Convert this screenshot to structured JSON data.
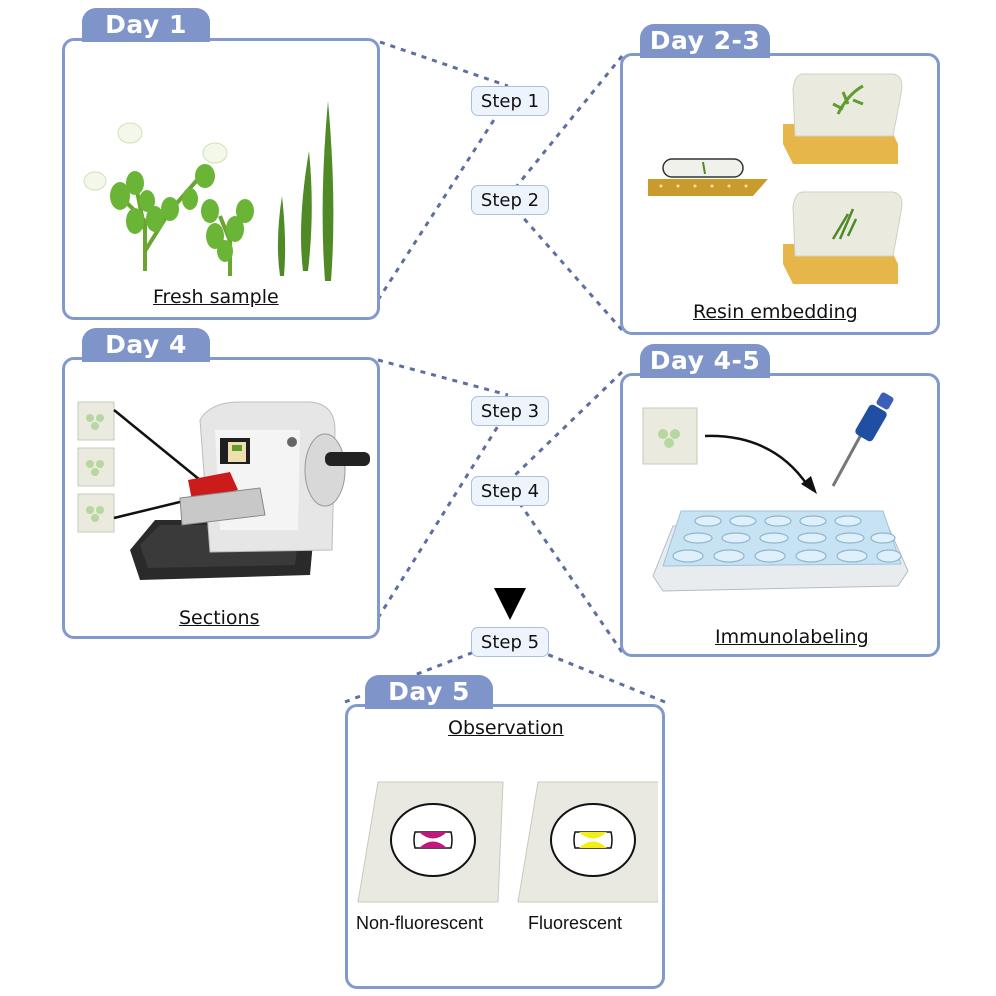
{
  "days": {
    "day1": "Day 1",
    "day23": "Day 2-3",
    "day4": "Day 4",
    "day45": "Day 4-5",
    "day5": "Day 5"
  },
  "labels": {
    "fresh_sample": "Fresh sample",
    "resin_embedding": "Resin embedding",
    "sections": "Sections",
    "immunolabeling": "Immunolabeling",
    "observation": "Observation",
    "non_fluorescent": "Non-fluorescent",
    "fluorescent": "Fluorescent"
  },
  "steps": [
    "Step 1",
    "Step 2",
    "Step 3",
    "Step 4",
    "Step 5"
  ],
  "colors": {
    "panel_border": "#8299cc",
    "tab": "#7f95c9",
    "step_fill": "#eef4fc",
    "plant_green": "#5f9e2e",
    "resin_yellow": "#e7b64a",
    "stain_magenta": "#c0187e",
    "stain_yellow": "#f2ee17"
  }
}
